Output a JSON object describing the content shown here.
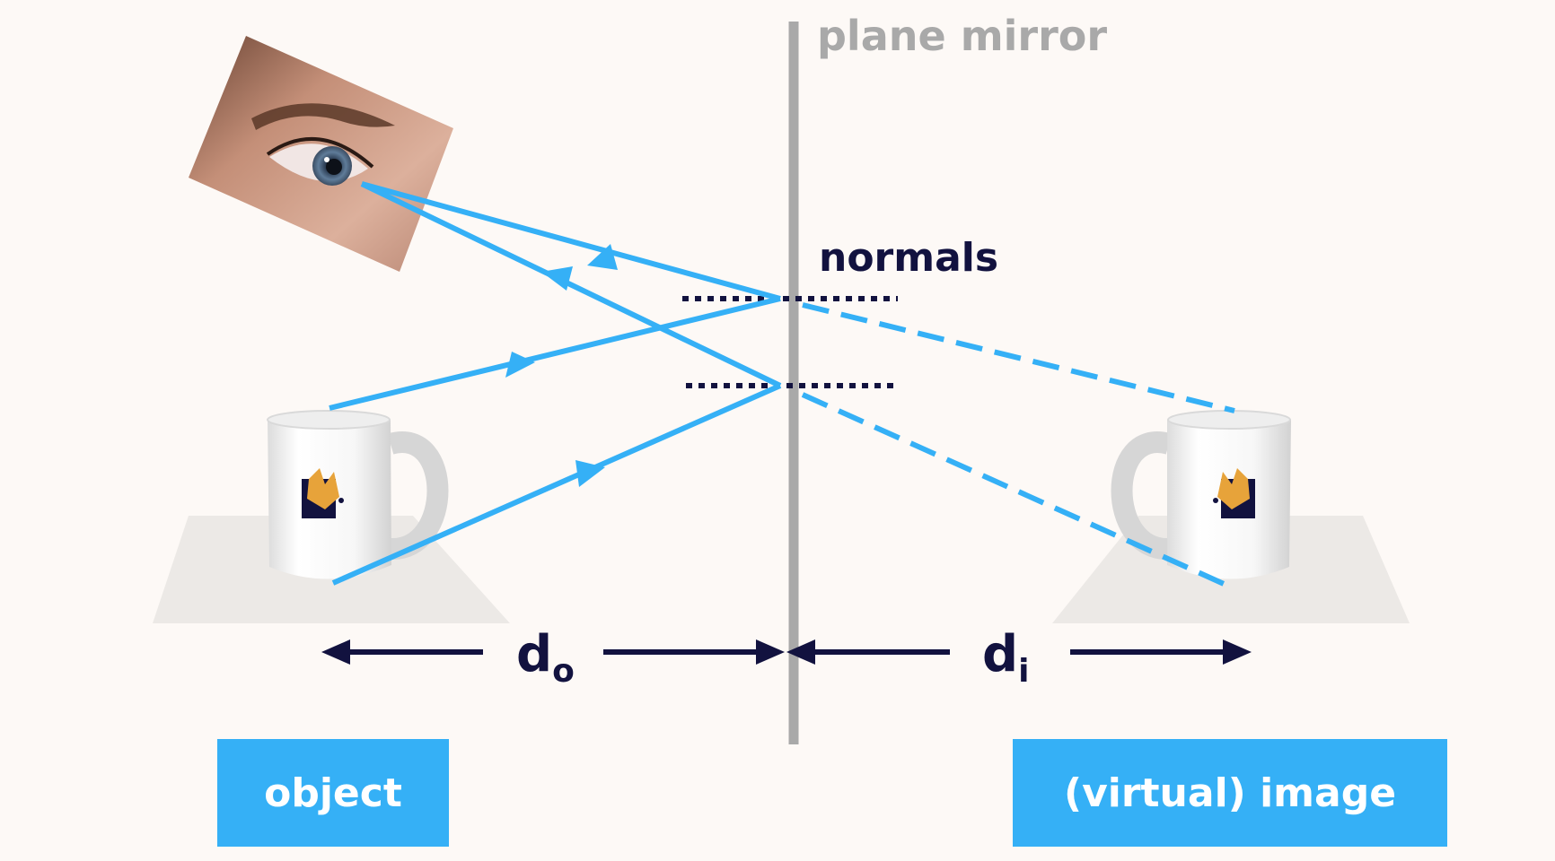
{
  "diagram": {
    "mirror_label": "plane mirror",
    "normals_label": "normals",
    "object_distance": {
      "symbol": "d",
      "subscript": "o"
    },
    "image_distance": {
      "symbol": "d",
      "subscript": "i"
    },
    "object_label": "object",
    "image_label": "(virtual) image",
    "icons": [
      "eye-photo",
      "mug-icon",
      "mug-reflected-icon",
      "fox-logo-icon"
    ],
    "colors": {
      "background": "#fdf9f6",
      "ray": "#35b0f6",
      "mirror": "#a9a9a9",
      "dark": "#12123f",
      "label_box": "#35b0f6",
      "table": "#ece9e6"
    }
  }
}
